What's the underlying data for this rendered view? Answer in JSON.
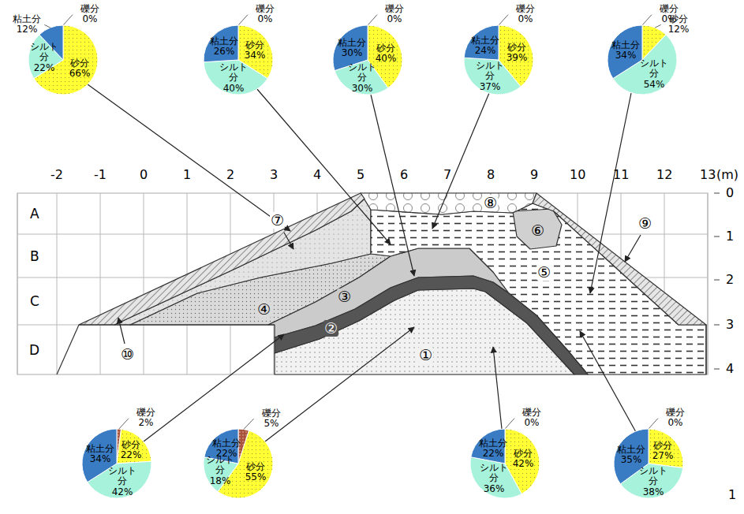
{
  "diagram": {
    "nodes": [
      {
        "text": [
          "粘土分 12%",
          "礫分 0%",
          "砂分 66%",
          "シルト分 22%"
        ]
      },
      {
        "text": [
          "粘土分 26%",
          "礫分 0%",
          "砂分 34%",
          "シルト分 40%"
        ]
      },
      {
        "text": [
          "粘土分 30%",
          "礫分 0%",
          "砂分 40%",
          "シルト分 30%"
        ]
      },
      {
        "text": [
          "粘土分 24%",
          "礫分 0%",
          "砂分 39%",
          "シルト分 37%"
        ]
      },
      {
        "text": [
          "粘土分 34%",
          "礫分 0%",
          "砂分 12%",
          "シルト分 54%"
        ]
      },
      {
        "text": [
          "粘土分 34%",
          "礫分 2%",
          "砂分 22%",
          "シルト分 42%"
        ]
      },
      {
        "text": [
          "粘土分 22%",
          "礫分 5%",
          "砂分 55%",
          "シルト分 18%"
        ]
      },
      {
        "text": [
          "粘土分 22%",
          "礫分 0%",
          "砂分 42%",
          "シルト分 36%"
        ]
      },
      {
        "text": [
          "粘土分 35%",
          "礫分 0%",
          "砂分 27%",
          "シルト分 38%"
        ]
      }
    ],
    "labels": [
      "-2",
      "-1",
      "0",
      "1",
      "2",
      "3",
      "4",
      "5",
      "6",
      "7",
      "8",
      "9",
      "10",
      "11",
      "12",
      "13",
      "(m)",
      "A",
      "B",
      "C",
      "D",
      "0",
      "1",
      "2",
      "3",
      "4",
      "①",
      "②",
      "③",
      "④",
      "⑤",
      "⑥",
      "⑦",
      "⑧",
      "⑨",
      "⑩",
      "1"
    ]
  }
}
